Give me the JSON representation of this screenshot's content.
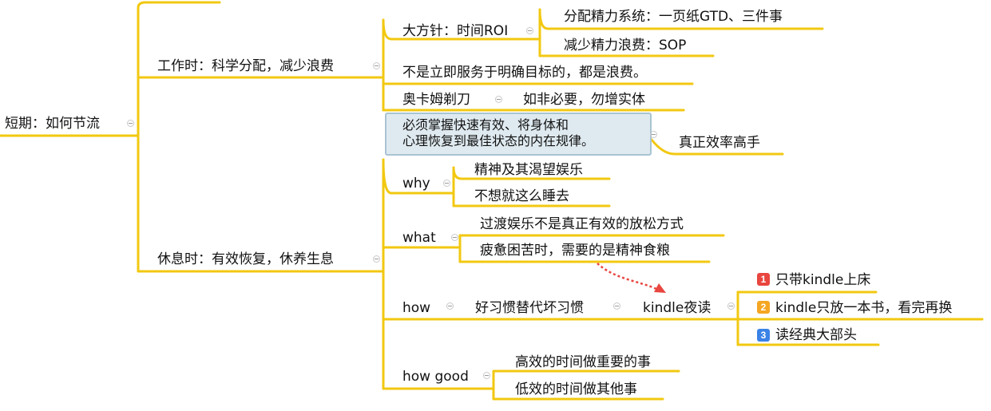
{
  "root": "短期：如何节流",
  "work": {
    "label": "工作时：科学分配，减少浪费",
    "policy": {
      "label": "大方针：时间ROI",
      "items": [
        "分配精力系统：一页纸GTD、三件事",
        "减少精力浪费：SOP"
      ]
    },
    "waste": "不是立即服务于明确目标的，都是浪费。",
    "occam": {
      "label": "奥卡姆剃刀",
      "note": "如非必要，勿增实体"
    }
  },
  "master": {
    "callout_lines": [
      "必须掌握快速有效、将身体和",
      "心理恢复到最佳状态的内在规律。"
    ],
    "label": "真正效率高手"
  },
  "rest": {
    "label": "休息时：有效恢复，休养生息",
    "why": {
      "label": "why",
      "items": [
        "精神及其渴望娱乐",
        "不想就这么睡去"
      ]
    },
    "what": {
      "label": "what",
      "items": [
        "过渡娱乐不是真正有效的放松方式",
        "疲惫困苦时，需要的是精神食粮"
      ]
    },
    "how": {
      "label": "how",
      "habit": "好习惯替代坏习惯",
      "kindle": {
        "label": "kindle夜读",
        "steps": [
          {
            "num": "1",
            "text": "只带kindle上床",
            "color": "#e8463f"
          },
          {
            "num": "2",
            "text": "kindle只放一本书，看完再换",
            "color": "#f5a623"
          },
          {
            "num": "3",
            "text": "读经典大部头",
            "color": "#3b82e6"
          }
        ]
      }
    },
    "how_good": {
      "label": "how good",
      "items": [
        "高效的时间做重要的事",
        "低效的时间做其他事"
      ]
    }
  },
  "colors": {
    "branch": "#f2c811",
    "arrow": "#e8463f"
  }
}
